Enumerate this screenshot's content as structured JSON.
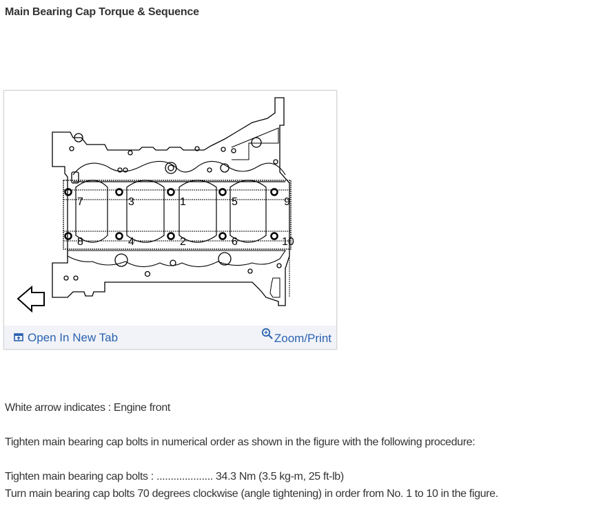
{
  "page": {
    "title": "Main Bearing Cap Torque & Sequence"
  },
  "figure": {
    "bolt_labels": [
      "7",
      "3",
      "1",
      "5",
      "9",
      "8",
      "4",
      "2",
      "6",
      "10"
    ],
    "arrow_icon": "arrow-left-outline",
    "footer": {
      "open_new_tab_label": "Open In New Tab",
      "open_new_tab_icon": "open-in-new-tab-icon",
      "zoom_print_label": "Zoom/Print",
      "zoom_print_icon": "zoom-in-icon",
      "link_color": "#2b62b0",
      "background": "#f1f3f8"
    }
  },
  "text": {
    "arrow_note": "White arrow indicates : Engine front",
    "procedure_intro": "Tighten main bearing cap bolts in numerical order as shown in the figure with the following procedure:",
    "step1": "Tighten main bearing cap bolts : .................... 34.3 Nm (3.5 kg-m, 25 ft-lb)",
    "step2": "Turn main bearing cap bolts 70 degrees clockwise (angle tightening) in order from No. 1 to 10 in the figure."
  }
}
